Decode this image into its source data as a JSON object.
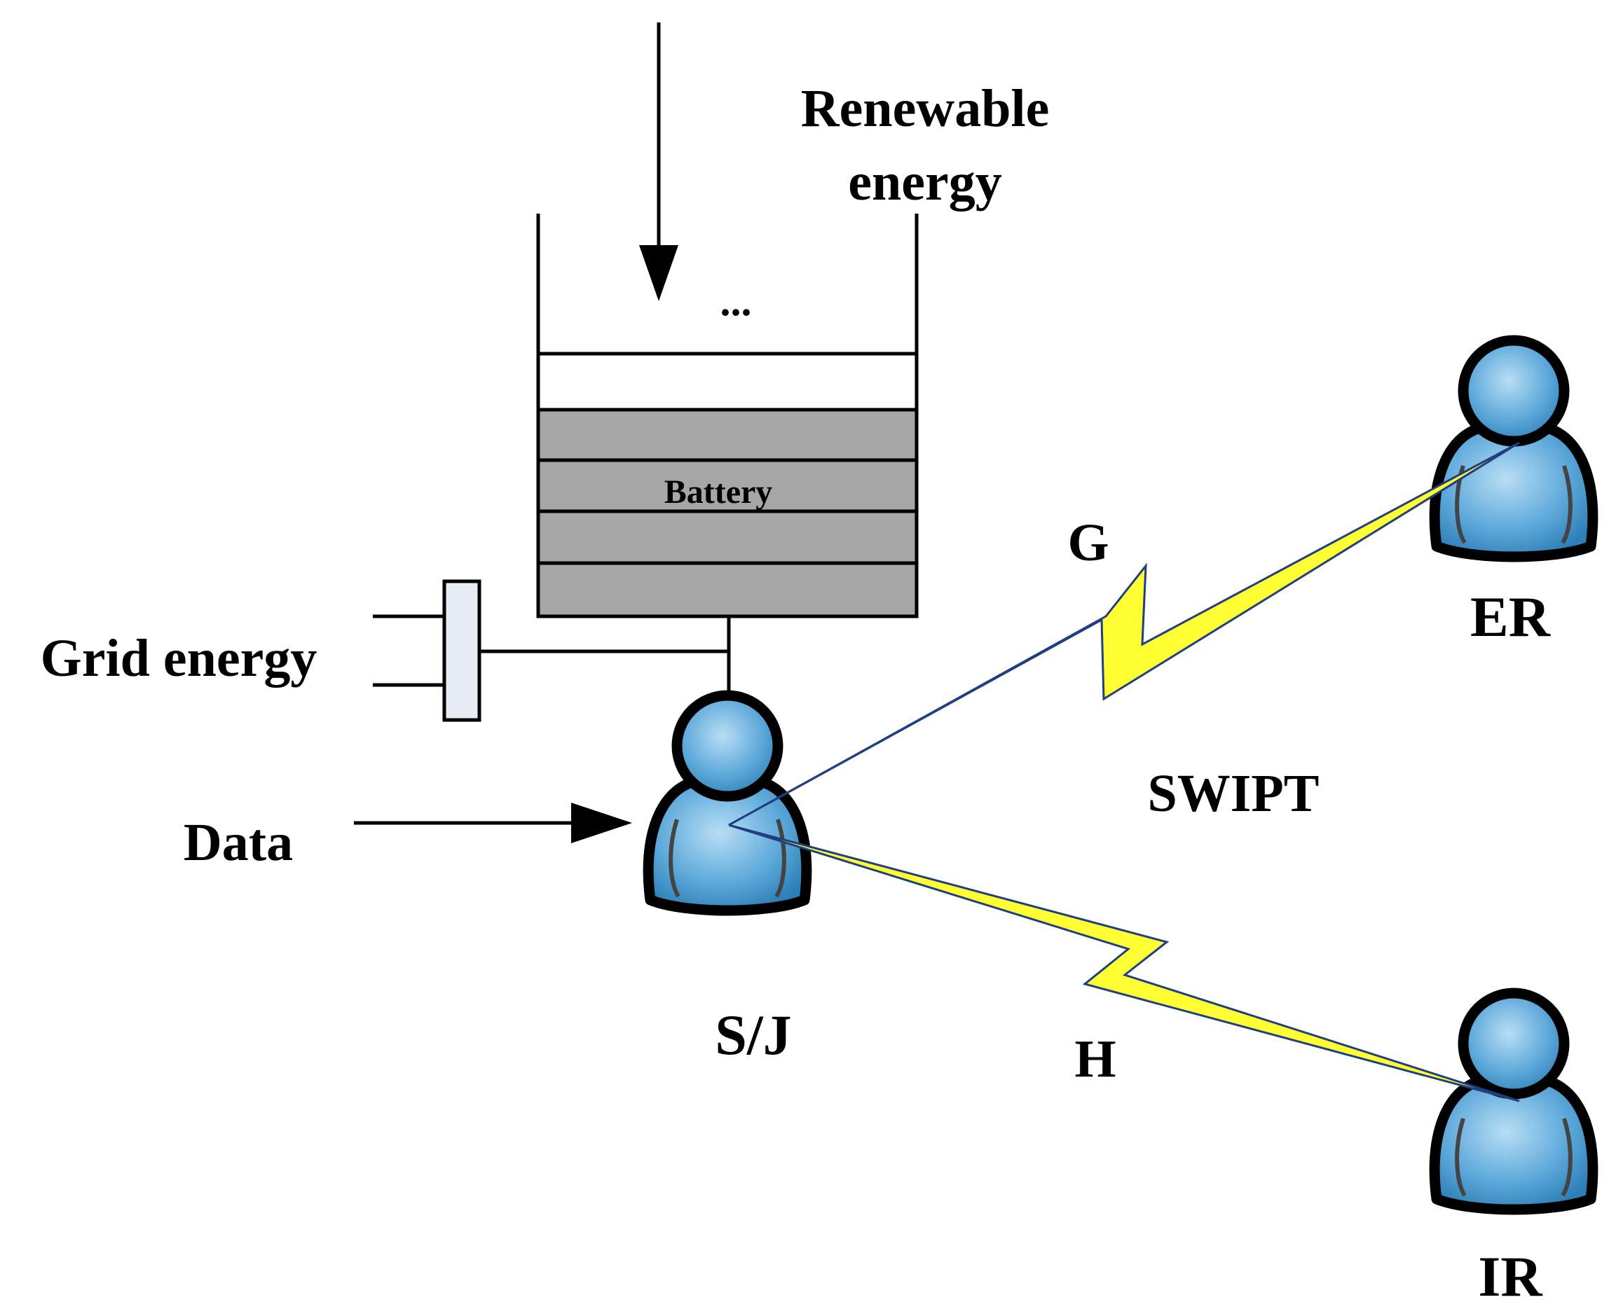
{
  "labels": {
    "renewable_line1": "Renewable",
    "renewable_line2": "energy",
    "ellipsis": "...",
    "battery": "Battery",
    "grid_energy": "Grid energy",
    "data": "Data",
    "sj": "S/J",
    "er": "ER",
    "ir": "IR",
    "g": "G",
    "h": "H",
    "swipt": "SWIPT"
  },
  "colors": {
    "user_fill": "#5aa8d8",
    "user_highlight": "#a9d4f0",
    "user_outline": "#000000",
    "battery_fill": "#a6a6a6",
    "plug_fill": "#e8ecf4",
    "bolt_fill": "#ffff33",
    "bolt_stroke": "#1f3f80"
  },
  "icons": {
    "user": "user-icon",
    "lightning": "lightning-bolt-icon",
    "plug": "plug-icon",
    "battery": "battery-icon"
  }
}
